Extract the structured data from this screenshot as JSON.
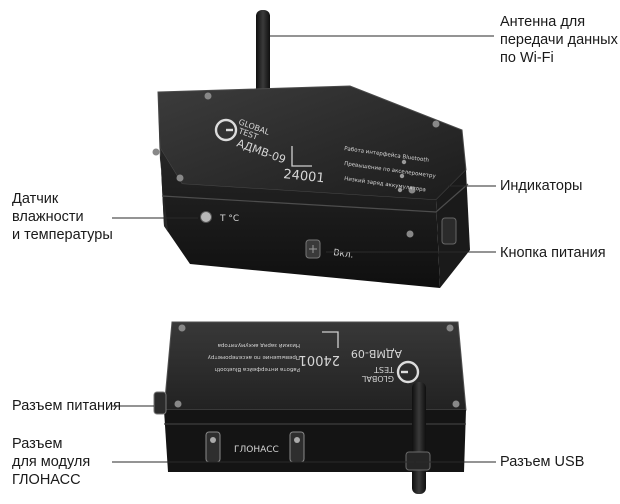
{
  "top_device": {
    "brand_line1": "GLOBAL",
    "brand_line2": "TEST",
    "model": "АДМВ-09",
    "serial": "24001",
    "axis_label": "T °C",
    "button_label": "Вкл.",
    "legend_lines": [
      "Работа интерфейса Bluetooth",
      "Превышение по акселерометру",
      "Низкий заряд аккумулятора"
    ]
  },
  "bottom_device": {
    "brand_line1": "GLOBAL",
    "brand_line2": "TEST",
    "model": "АДМВ-09",
    "serial": "24001",
    "glonass_label": "ГЛОНАСС"
  },
  "callouts": {
    "antenna": [
      "Антенна для",
      "передачи данных",
      "по Wi-Fi"
    ],
    "indicators": [
      "Индикаторы"
    ],
    "power_button": [
      "Кнопка питания"
    ],
    "sensor": [
      "Датчик",
      "влажности",
      "и температуры"
    ],
    "power_connector": [
      "Разъем питания"
    ],
    "glonass_connector": [
      "Разъем",
      "для модуля",
      "ГЛОНАСС"
    ],
    "usb_connector": [
      "Разъем USB"
    ]
  }
}
